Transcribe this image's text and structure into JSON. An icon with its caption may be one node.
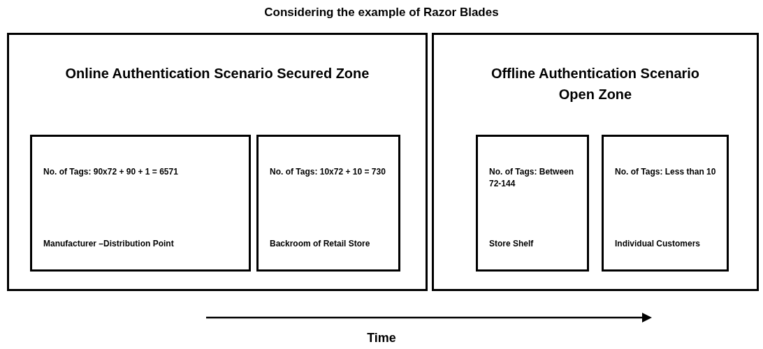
{
  "diagram": {
    "title": "Considering the example of Razor Blades",
    "nodes": [
      {
        "text": [
          "Online Authentication Scenario Secured Zone"
        ]
      },
      {
        "text": [
          "No. of Tags: 90x72 + 90 + 1 = 6571",
          "Manufacturer –Distribution Point"
        ],
        "in": 0
      },
      {
        "text": [
          "No. of Tags: 10x72 + 10 = 730",
          "Backroom of Retail Store"
        ],
        "in": 0
      },
      {
        "text": [
          "Offline Authentication Scenario Open Zone"
        ]
      },
      {
        "text": [
          "No. of Tags: Between 72-144",
          "Store Shelf"
        ],
        "in": 3
      },
      {
        "text": [
          "No. of Tags: Less than 10",
          "Individual Customers"
        ],
        "in": 3
      }
    ],
    "labels": [
      "Time"
    ]
  }
}
